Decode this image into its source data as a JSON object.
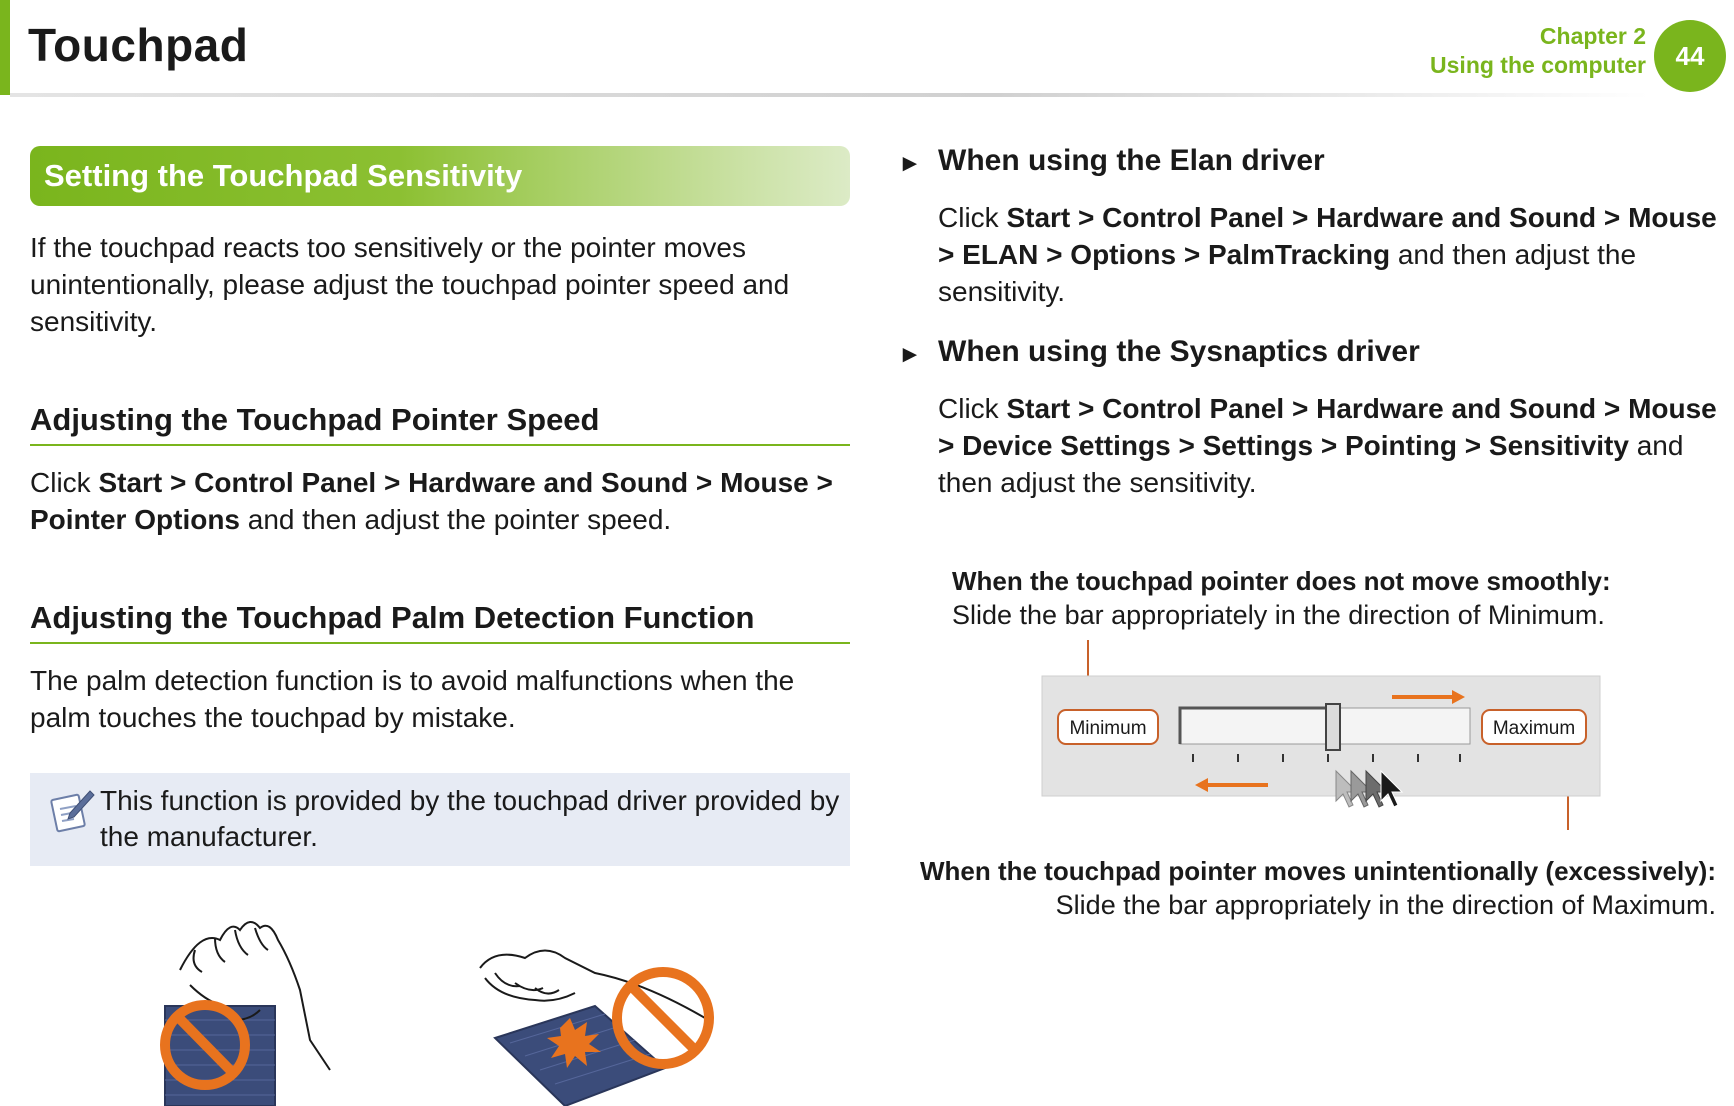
{
  "header": {
    "title": "Touchpad",
    "chapter": "Chapter 2",
    "chapter_subtitle": "Using the computer",
    "page_number": "44",
    "accent_color": "#7ab51d"
  },
  "left": {
    "section_title": "Setting the Touchpad Sensitivity",
    "intro": "If the touchpad reacts too sensitively or the pointer moves unintentionally, please adjust the touchpad pointer speed and sensitivity.",
    "speed": {
      "heading": "Adjusting the Touchpad Pointer Speed",
      "click": "Click",
      "path": [
        "Start",
        "Control Panel",
        "Hardware and Sound",
        "Mouse",
        "Pointer Options"
      ],
      "sep": " > ",
      "after": "and then adjust the pointer speed."
    },
    "palm": {
      "heading": "Adjusting the Touchpad Palm Detection Function",
      "text": "The palm detection function is to avoid malfunctions when the palm touches the touchpad by mistake."
    },
    "note": {
      "icon": "note-pencil-icon",
      "text": "This function is provided by the touchpad driver provided by the manufacturer."
    },
    "illustrations": {
      "left_icon": "prohibited-hand-on-touchpad-icon",
      "right_icon": "prohibited-palm-on-touchpad-icon",
      "prohibit_color": "#e8731e"
    }
  },
  "right": {
    "elan": {
      "bullet": "►",
      "heading": "When using the Elan driver",
      "click": "Click",
      "path": [
        "Start",
        "Control Panel",
        "Hardware and Sound",
        "Mouse",
        "ELAN",
        "Options",
        "PalmTracking"
      ],
      "sep": " > ",
      "after": "and then adjust the sensitivity."
    },
    "synaptics": {
      "bullet": "►",
      "heading": "When using the Sysnaptics driver",
      "click": "Click",
      "path": [
        "Start",
        "Control Panel",
        "Hardware and Sound",
        "Mouse",
        "Device Settings",
        "Settings",
        "Pointing",
        "Sensitivity"
      ],
      "sep": " > ",
      "after": "and then adjust the sensitivity."
    },
    "slider_figure": {
      "smooth_heading": "When the touchpad pointer does not move smoothly:",
      "smooth_text": "Slide the bar appropriately in the direction of Minimum.",
      "min_label": "Minimum",
      "max_label": "Maximum",
      "excess_heading": "When the touchpad pointer moves unintentionally (excessively):",
      "excess_text": "Slide the bar appropriately in the direction of Maximum.",
      "callout_color": "#c8612a"
    }
  }
}
